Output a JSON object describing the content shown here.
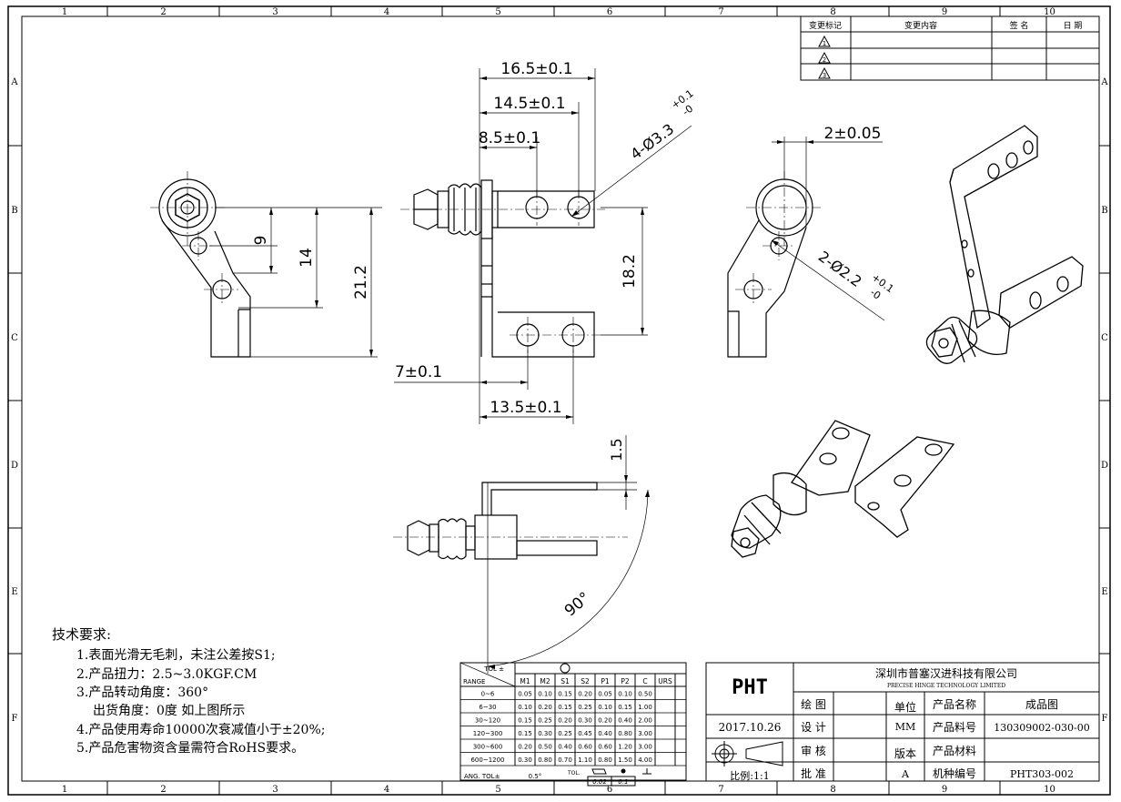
{
  "grid_columns": [
    "1",
    "2",
    "3",
    "4",
    "5",
    "6",
    "7",
    "8",
    "9",
    "10"
  ],
  "grid_rows": [
    "A",
    "B",
    "C",
    "D",
    "E",
    "F"
  ],
  "revision_table": {
    "headers": [
      "变更标记",
      "变更内容",
      "签 名",
      "日 期"
    ],
    "marks": [
      "1",
      "2",
      "3"
    ]
  },
  "dimensions": {
    "d_16_5": "16.5±0.1",
    "d_14_5": "14.5±0.1",
    "d_8_5": "8.5±0.1",
    "d_hole4": "4-Ø3.3",
    "d_hole4_tol_plus": "+0.1",
    "d_hole4_tol_minus": "-0",
    "d_9": "9",
    "d_14": "14",
    "d_21_2": "21.2",
    "d_18_2": "18.2",
    "d_7": "7±0.1",
    "d_13_5": "13.5±0.1",
    "d_2": "2±0.05",
    "d_hole2": "2-Ø2.2",
    "d_hole2_tol_plus": "+0.1",
    "d_hole2_tol_minus": "-0",
    "d_1_5": "1.5",
    "d_90": "90°"
  },
  "notes": {
    "title": "技术要求:",
    "items": [
      "1.表面光滑无毛刺，未注公差按S1;",
      "2.产品扭力：2.5~3.0KGF.CM",
      "3.产品转动角度：360°",
      "出货角度：0度 如上图所示",
      "4.产品使用寿命10000次衰减值小于±20%;",
      "5.产品危害物资含量需符合RoHS要求。"
    ]
  },
  "tolerance_table": {
    "tol_label": "TOL ±",
    "range_label": "RANGE",
    "columns": [
      "M1",
      "M2",
      "S1",
      "S2",
      "P1",
      "P2",
      "C",
      "URS"
    ],
    "rows": [
      {
        "range": "0~6",
        "vals": [
          "0.05",
          "0.10",
          "0.15",
          "0.20",
          "0.05",
          "0.10",
          "0.50",
          ""
        ]
      },
      {
        "range": "6~30",
        "vals": [
          "0.10",
          "0.20",
          "0.15",
          "0.25",
          "0.10",
          "0.15",
          "1.00",
          ""
        ]
      },
      {
        "range": "30~120",
        "vals": [
          "0.15",
          "0.25",
          "0.20",
          "0.30",
          "0.20",
          "0.40",
          "2.00",
          ""
        ]
      },
      {
        "range": "120~300",
        "vals": [
          "0.15",
          "0.30",
          "0.25",
          "0.45",
          "0.40",
          "0.80",
          "3.00",
          ""
        ]
      },
      {
        "range": "300~600",
        "vals": [
          "0.20",
          "0.50",
          "0.40",
          "0.60",
          "0.60",
          "1.20",
          "3.00",
          ""
        ]
      },
      {
        "range": "600~1200",
        "vals": [
          "0.30",
          "0.80",
          "0.70",
          "1.10",
          "0.80",
          "1.50",
          "4.00",
          ""
        ]
      }
    ],
    "ang_label": "ANG. TOL±",
    "ang_value": "0.5°",
    "tol_label2": "TOL.",
    "flat_tol": "0.02",
    "pos_tol": "0.1"
  },
  "title_block": {
    "logo": "PHT",
    "company_cn": "深圳市普塞汉进科技有限公司",
    "company_en": "PRECISE HINGE TECHNOLOGY LIMITED",
    "date": "2017.10.26",
    "scale": "比例:1:1",
    "labels": {
      "draw": "绘 图",
      "design": "设 计",
      "check": "审 核",
      "approve": "批 准",
      "unit": "单位",
      "version": "版本",
      "product_name": "产品名称",
      "product_no": "产品料号",
      "material": "产品材料",
      "model_no": "机种编号"
    },
    "values": {
      "unit": "MM",
      "version": "A",
      "product_name": "成品图",
      "product_no": "130309002-030-00",
      "material": "",
      "model_no": "PHT303-002"
    }
  }
}
